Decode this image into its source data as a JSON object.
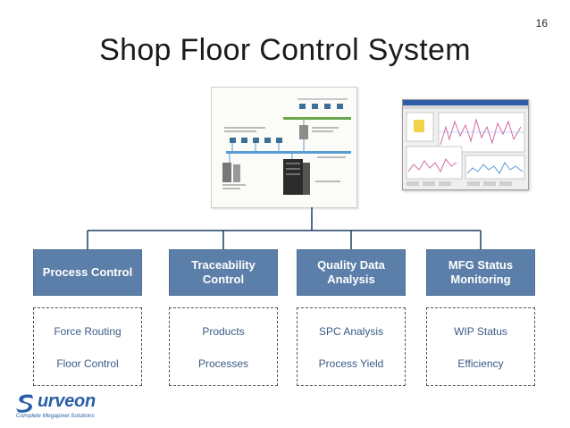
{
  "slide": {
    "number": "16",
    "title": "Shop Floor Control System"
  },
  "colors": {
    "category_fill": "#5c7fa9",
    "detail_text": "#3a5a85",
    "logo_blue": "#2a5ea8",
    "connector": "#1e3a5f"
  },
  "figure": {
    "description_icons": [
      "network-diagram-icon",
      "monitoring-charts-icon"
    ]
  },
  "categories": [
    {
      "label": "Process Control",
      "items": [
        "Force Routing",
        "Floor Control"
      ]
    },
    {
      "label": "Traceability\nControl",
      "items": [
        "Products",
        "Processes"
      ]
    },
    {
      "label": "Quality Data\nAnalysis",
      "items": [
        "SPC Analysis",
        "Process Yield"
      ]
    },
    {
      "label": "MFG Status\nMonitoring",
      "items": [
        "WIP Status",
        "Efficiency"
      ]
    }
  ],
  "logo": {
    "word": "urveon",
    "tagline": "Complete Megapixel Solutions"
  }
}
